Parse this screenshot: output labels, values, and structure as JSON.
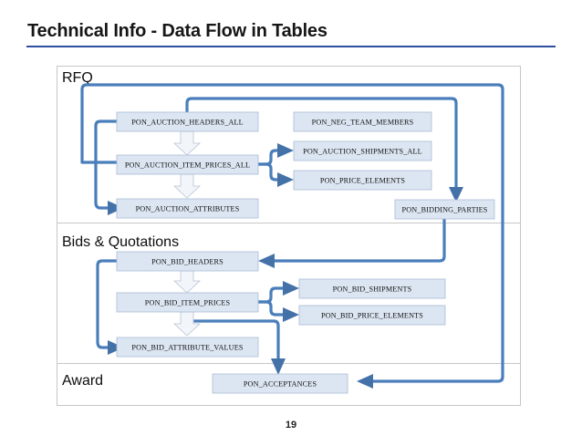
{
  "slide": {
    "title": "Technical Info - Data Flow in Tables",
    "page_number": "19",
    "accent_color": "#2f4f9e",
    "node_fill": "#dce6f2",
    "node_border": "#a9bcd4",
    "flow_color": "#4a7ebb",
    "frame_color": "#c6c6c6"
  },
  "diagram": {
    "type": "flow",
    "bands": [
      {
        "id": "rfq",
        "label": "RFQ"
      },
      {
        "id": "bids",
        "label": "Bids & Quotations"
      },
      {
        "id": "award",
        "label": "Award"
      }
    ],
    "nodes": [
      {
        "id": "auction_headers_all",
        "band": "rfq",
        "label": "PON_AUCTION_HEADERS_ALL"
      },
      {
        "id": "auction_item_prices_all",
        "band": "rfq",
        "label": "PON_AUCTION_ITEM_PRICES_ALL"
      },
      {
        "id": "auction_attributes",
        "band": "rfq",
        "label": "PON_AUCTION_ATTRIBUTES"
      },
      {
        "id": "neg_team_members",
        "band": "rfq",
        "label": "PON_NEG_TEAM_MEMBERS"
      },
      {
        "id": "auction_shipments_all",
        "band": "rfq",
        "label": "PON_AUCTION_SHIPMENTS_ALL"
      },
      {
        "id": "price_elements",
        "band": "rfq",
        "label": "PON_PRICE_ELEMENTS"
      },
      {
        "id": "bidding_parties",
        "band": "rfq",
        "label": "PON_BIDDING_PARTIES"
      },
      {
        "id": "bid_headers",
        "band": "bids",
        "label": "PON_BID_HEADERS"
      },
      {
        "id": "bid_item_prices",
        "band": "bids",
        "label": "PON_BID_ITEM_PRICES"
      },
      {
        "id": "bid_attribute_values",
        "band": "bids",
        "label": "PON_BID_ATTRIBUTE_VALUES"
      },
      {
        "id": "bid_shipments",
        "band": "bids",
        "label": "PON_BID_SHIPMENTS"
      },
      {
        "id": "bid_price_elements",
        "band": "bids",
        "label": "PON_BID_PRICE_ELEMENTS"
      },
      {
        "id": "acceptances",
        "band": "award",
        "label": "PON_ACCEPTANCES"
      }
    ],
    "edges": [
      {
        "from": "auction_headers_all",
        "to": "auction_item_prices_all",
        "style": "block-down"
      },
      {
        "from": "auction_item_prices_all",
        "to": "auction_attributes",
        "style": "block-down"
      },
      {
        "from": "auction_headers_all",
        "to": "auction_item_prices_all",
        "style": "blue-left"
      },
      {
        "from": "auction_headers_all",
        "to": "auction_attributes",
        "style": "blue-left"
      },
      {
        "from": "auction_item_prices_all",
        "to": "auction_shipments_all",
        "style": "blue-branch"
      },
      {
        "from": "auction_item_prices_all",
        "to": "price_elements",
        "style": "blue-branch"
      },
      {
        "from": "auction_headers_all",
        "to": "bidding_parties",
        "style": "blue-down"
      },
      {
        "from": "auction_headers_all",
        "to": "acceptances",
        "style": "blue-right-loop"
      },
      {
        "from": "bidding_parties",
        "to": "bid_headers",
        "style": "blue-down-left"
      },
      {
        "from": "bid_headers",
        "to": "bid_item_prices",
        "style": "block-down"
      },
      {
        "from": "bid_item_prices",
        "to": "bid_attribute_values",
        "style": "block-down"
      },
      {
        "from": "bid_headers",
        "to": "bid_attribute_values",
        "style": "blue-left"
      },
      {
        "from": "bid_item_prices",
        "to": "bid_shipments",
        "style": "blue-branch"
      },
      {
        "from": "bid_item_prices",
        "to": "bid_price_elements",
        "style": "blue-branch"
      },
      {
        "from": "bid_item_prices",
        "to": "acceptances",
        "style": "blue-down"
      }
    ]
  }
}
